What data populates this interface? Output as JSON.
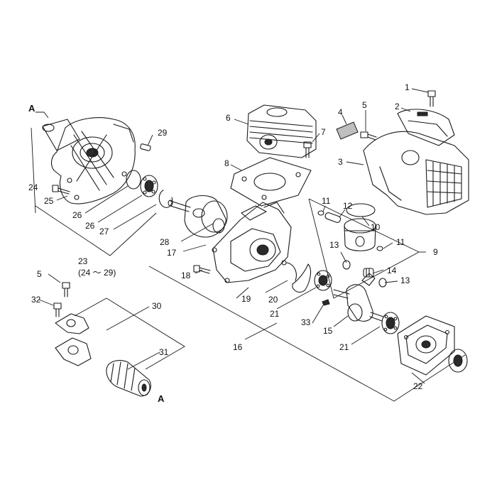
{
  "callouts": {
    "c1": "1",
    "c2": "2",
    "c3": "3",
    "c4": "4",
    "c5": "5",
    "c5b": "5",
    "c6": "6",
    "c7": "7",
    "c8": "8",
    "c9": "9",
    "c10": "10",
    "c11a": "11",
    "c11b": "11",
    "c12": "12",
    "c13a": "13",
    "c13b": "13",
    "c14": "14",
    "c15": "15",
    "c16": "16",
    "c17": "17",
    "c18": "18",
    "c19": "19",
    "c20": "20",
    "c21a": "21",
    "c21b": "21",
    "c22": "22",
    "c23": "23",
    "c23sub": "(24 ～ 29)",
    "c24": "24",
    "c25": "25",
    "c26a": "26",
    "c26b": "26",
    "c27": "27",
    "c28": "28",
    "c29": "29",
    "c30": "30",
    "c31": "31",
    "c32": "32",
    "c33": "33"
  },
  "references": {
    "a_top": "A",
    "a_bottom": "A"
  }
}
